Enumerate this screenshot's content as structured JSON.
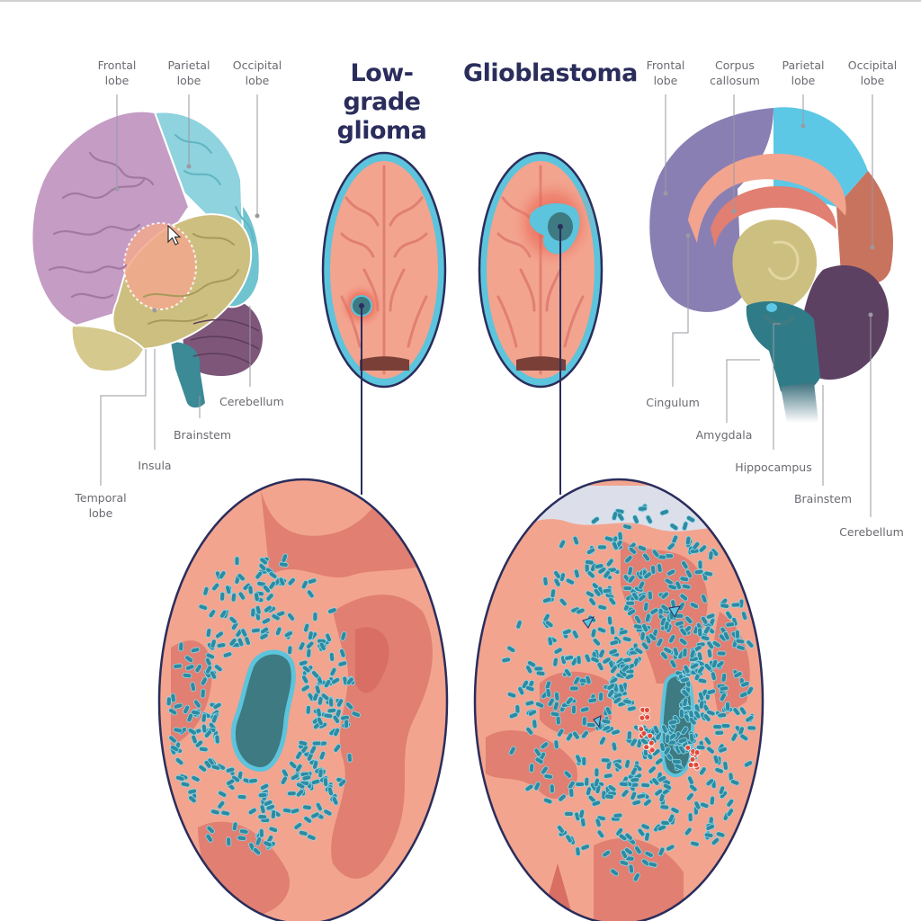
{
  "titles": {
    "low_grade": "Low-grade\nglioma",
    "glioblastoma": "Glioblastoma"
  },
  "left_brain_labels": {
    "frontal": "Frontal\nlobe",
    "parietal": "Parietal\nlobe",
    "occipital": "Occipital\nlobe",
    "cerebellum": "Cerebellum",
    "brainstem": "Brainstem",
    "insula": "Insula",
    "temporal": "Temporal\nlobe"
  },
  "right_brain_labels": {
    "frontal": "Frontal\nlobe",
    "corpus_callosum": "Corpus\ncallosum",
    "parietal": "Parietal\nlobe",
    "occipital": "Occipital\nlobe",
    "cingulum": "Cingulum",
    "amygdala": "Amygdala",
    "hippocampus": "Hippocampus",
    "brainstem": "Brainstem",
    "cerebellum": "Cerebellum"
  },
  "colors": {
    "frontal": "#c49cc4",
    "parietal": "#8ed3dd",
    "occipital": "#6fc4cf",
    "temporal": "#cdbf7f",
    "insula": "#f2a98e",
    "cerebellum": "#7d567a",
    "brainstem": "#3b8a96",
    "tissue": "#f2a48f",
    "tissue_dark": "#e07f72",
    "tumor": "#3d7a82",
    "tumor_edge": "#5cc4dc",
    "cell": "#2f8aa0",
    "outline": "#2a2d5c",
    "red_cells": "#e04a3a"
  }
}
